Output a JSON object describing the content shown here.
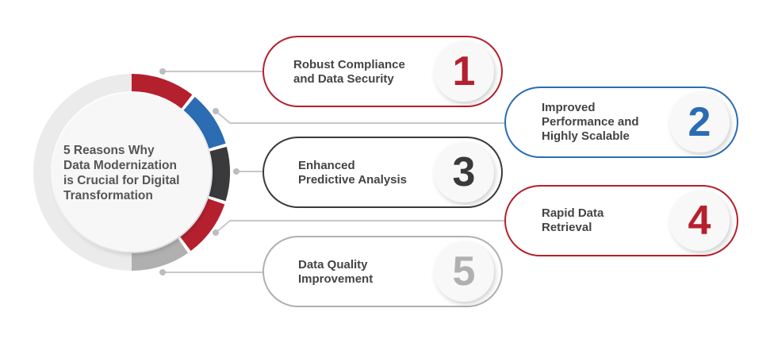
{
  "title": "5 Reasons Why Data Modernization is Crucial for Digital Transformation",
  "title_lines": [
    "5 Reasons Why",
    "Data Modernization",
    "is Crucial for Digital",
    "Transformation"
  ],
  "items": [
    {
      "number": "1",
      "lines": [
        "Robust Compliance",
        "and Data Security"
      ],
      "color": "#b5202e"
    },
    {
      "number": "2",
      "lines": [
        "Improved",
        "Performance and",
        "Highly Scalable"
      ],
      "color": "#2b6cb3"
    },
    {
      "number": "3",
      "lines": [
        "Enhanced",
        "Predictive Analysis"
      ],
      "color": "#3a3a3c"
    },
    {
      "number": "4",
      "lines": [
        "Rapid Data",
        "Retrieval"
      ],
      "color": "#b5202e"
    },
    {
      "number": "5",
      "lines": [
        "Data Quality",
        "Improvement"
      ],
      "color": "#b0b0b0"
    }
  ]
}
